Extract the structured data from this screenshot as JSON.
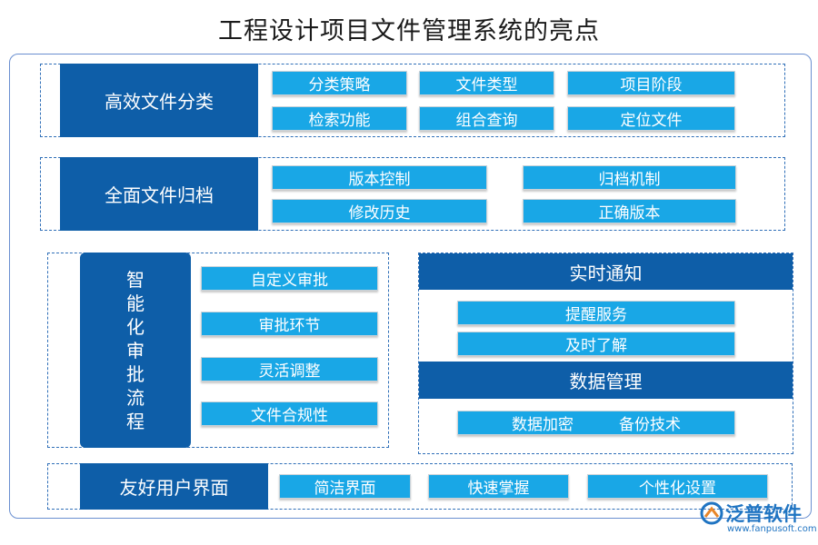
{
  "title": "工程设计项目文件管理系统的亮点",
  "sections": {
    "classification": {
      "heading": "高效文件分类",
      "items": [
        "分类策略",
        "文件类型",
        "项目阶段",
        "检索功能",
        "组合查询",
        "定位文件"
      ]
    },
    "archive": {
      "heading": "全面文件归档",
      "items": [
        "版本控制",
        "归档机制",
        "修改历史",
        "正确版本"
      ]
    },
    "approval": {
      "heading_chars": [
        "智",
        "能",
        "化",
        "审",
        "批",
        "流",
        "程"
      ],
      "items": [
        "自定义审批",
        "审批环节",
        "灵活调整",
        "文件合规性"
      ]
    },
    "notification": {
      "heading": "实时通知",
      "items": [
        "提醒服务",
        "及时了解"
      ]
    },
    "data_management": {
      "heading": "数据管理",
      "items": [
        "数据加密",
        "备份技术"
      ]
    },
    "ui": {
      "heading": "友好用户界面",
      "items": [
        "简洁界面",
        "快速掌握",
        "个性化设置"
      ]
    }
  },
  "logo": {
    "name": "泛普软件",
    "url": "www.fanpusoft.com",
    "brand_color": "#1f74c2"
  },
  "colors": {
    "heading_bg": "#0e5ea8",
    "chip_bg": "#19a7e6",
    "border": "#2f6fb8"
  }
}
